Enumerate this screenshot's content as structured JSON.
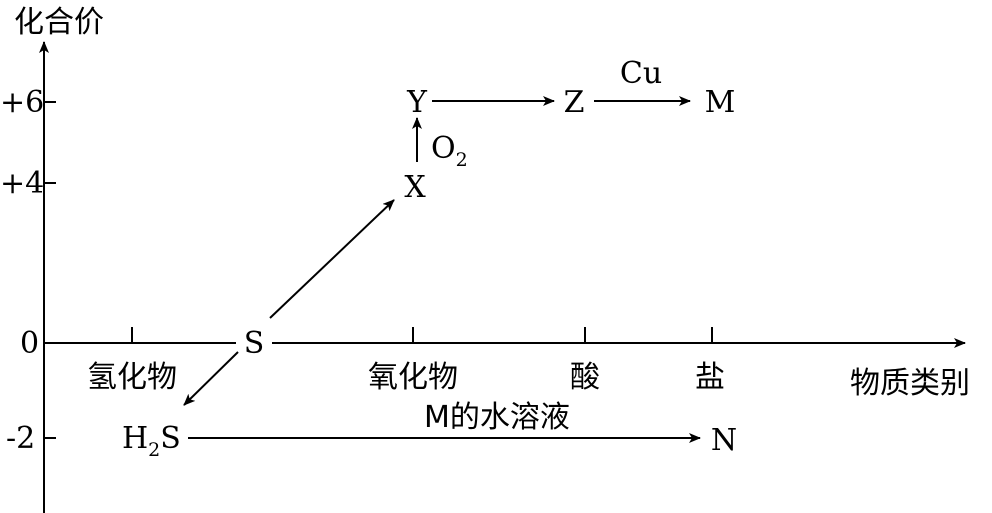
{
  "axes": {
    "y_title": "化合价",
    "x_title": "物质类别",
    "y_ticks": [
      "+6",
      "+4",
      "0",
      "-2"
    ],
    "x_categories": [
      "氢化物",
      "氧化物",
      "酸",
      "盐"
    ]
  },
  "species": {
    "S": "S",
    "H2S": {
      "main": "H",
      "sub": "2",
      "tail": "S"
    },
    "X": "X",
    "Y": "Y",
    "Z": "Z",
    "M": "M",
    "N": "N"
  },
  "reagents": {
    "O2": {
      "main": "O",
      "sub": "2"
    },
    "Cu": "Cu",
    "M_solution": "M的水溶液"
  },
  "colors": {
    "ink": "#000000",
    "background": "#ffffff"
  }
}
